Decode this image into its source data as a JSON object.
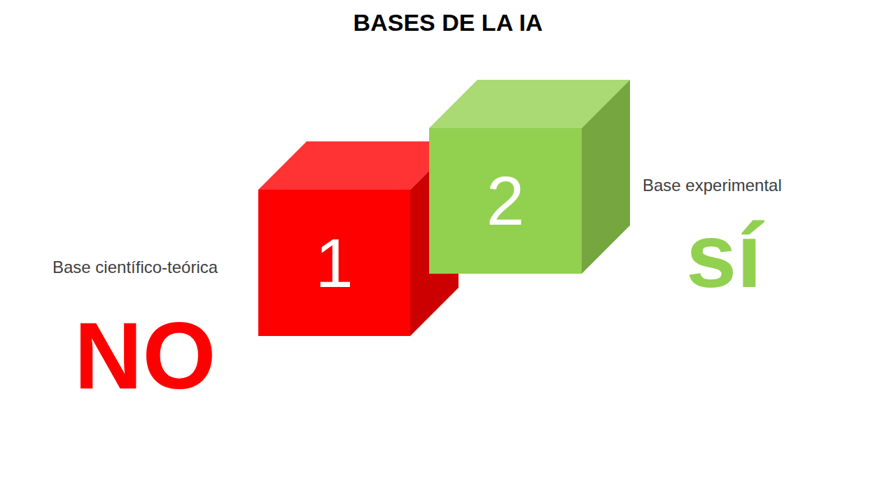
{
  "diagram": {
    "title": "BASES DE LA IA",
    "nodes": [
      {
        "text": [
          "1"
        ]
      },
      {
        "text": [
          "2"
        ]
      }
    ],
    "labels": [
      "Base científico-teórica",
      "NO",
      "Base experimental",
      "sí"
    ]
  }
}
